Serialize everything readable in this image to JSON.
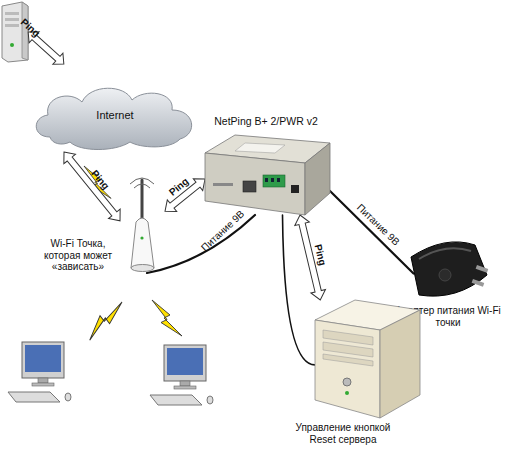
{
  "diagram": {
    "nodes": [
      {
        "text": [
          "Internet"
        ]
      },
      {
        "text": [
          "NetPing B+ 2/PWR v2"
        ]
      },
      {
        "text": [
          "Wi-Fi Точка, которая может «зависать»"
        ]
      },
      {
        "text": [
          "Адаптер питания Wi-Fi точки"
        ]
      },
      {
        "text": [
          "Управление кнопкой Reset сервера"
        ]
      }
    ],
    "edges": [
      {
        "from": 0,
        "to": 2,
        "arrow": "both",
        "label": "Ping"
      },
      {
        "from": 2,
        "to": 1,
        "arrow": "both",
        "label": "Ping"
      },
      {
        "from": 1,
        "to": 4,
        "arrow": "both",
        "label": "Ping"
      },
      {
        "from": 2,
        "to": 1,
        "arrow": "none",
        "label": "Питание 9В"
      },
      {
        "from": 1,
        "to": 3,
        "arrow": "none",
        "label": "Питание 9В"
      },
      {
        "from": 1,
        "to": 4,
        "arrow": "none"
      }
    ],
    "labels": [
      "Ping"
    ]
  }
}
